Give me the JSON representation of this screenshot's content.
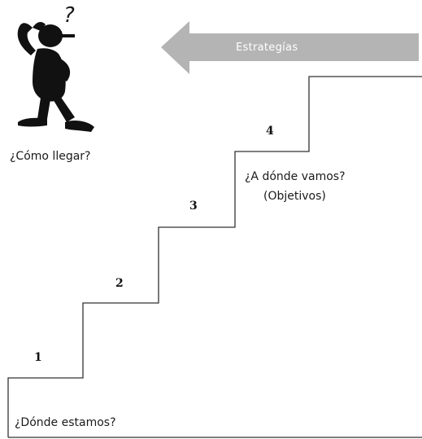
{
  "arrow": {
    "label": "Estrategías",
    "color": "#b4b4b4"
  },
  "figure": {
    "caption": "¿Cómo llegar?",
    "question_mark": "?",
    "icon": "confused-person-icon"
  },
  "steps": [
    {
      "number": "1"
    },
    {
      "number": "2"
    },
    {
      "number": "3"
    },
    {
      "number": "4"
    }
  ],
  "bottom_label": "¿Dónde estamos?",
  "top_label": {
    "line1": "¿A dónde vamos?",
    "line2": "(Objetivos)"
  },
  "colors": {
    "line": "#333333",
    "figure": "#111111"
  }
}
